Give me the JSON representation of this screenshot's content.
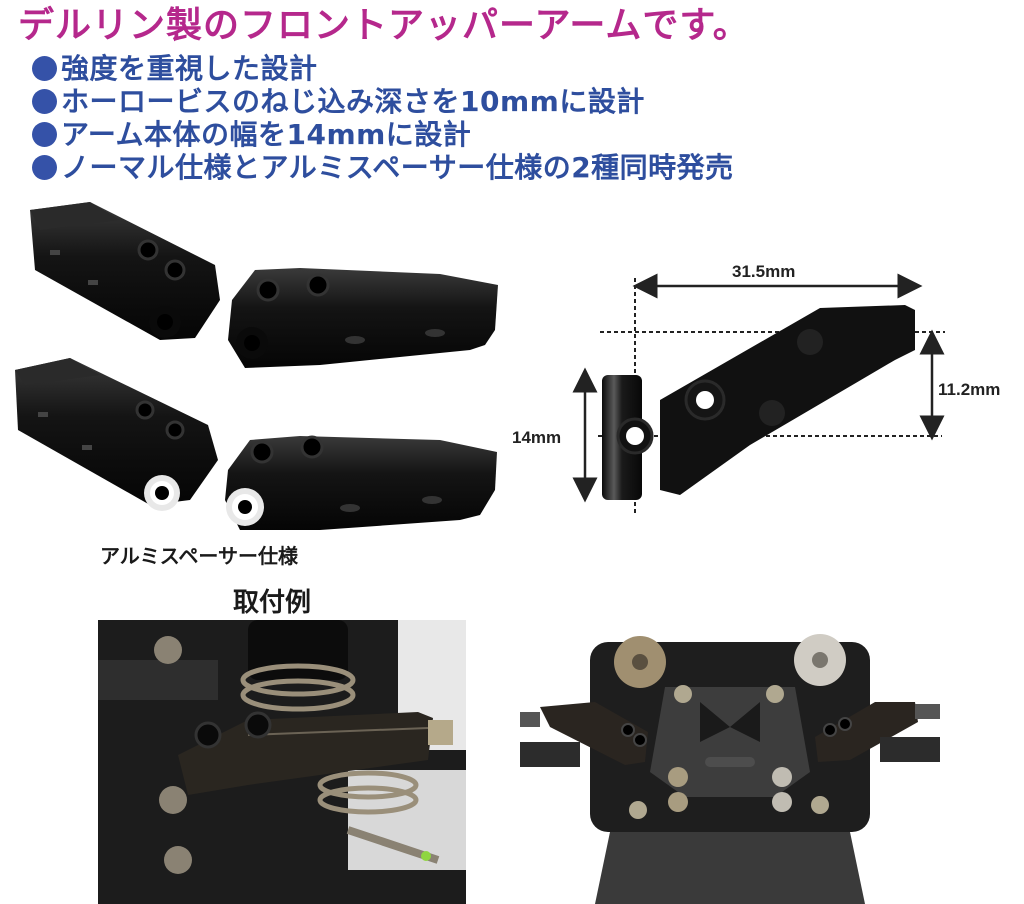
{
  "headline": "デルリン製のフロントアッパーアームです。",
  "features": [
    {
      "bullet": "bullet-icon",
      "text": "強度を重視した設計"
    },
    {
      "bullet": "bullet-icon",
      "text": "ホーロービスのねじ込み深さを10mmに設計"
    },
    {
      "bullet": "bullet-icon",
      "text": "アーム本体の幅を14mmに設計"
    },
    {
      "bullet": "bullet-icon",
      "text": "ノーマル仕様とアルミスペーサー仕様の2種同時発売"
    }
  ],
  "dimensions": {
    "length": "31.5mm",
    "height": "11.2mm",
    "width": "14mm"
  },
  "captions": {
    "aluminum_spacer_spec": "アルミスペーサー仕様",
    "installation_example": "取付例"
  },
  "colors": {
    "headline": "#b5288c",
    "features": "#2e4e9e",
    "bullet": "#3552a8",
    "part": "#111111"
  },
  "images": {
    "parts_photo": "four-upper-arm-parts",
    "dimension_diagram": "upper-arm-dimension-diagram",
    "install_photo_side": "installed-arm-side-view",
    "install_photo_top": "installed-arm-chassis-top-view"
  }
}
